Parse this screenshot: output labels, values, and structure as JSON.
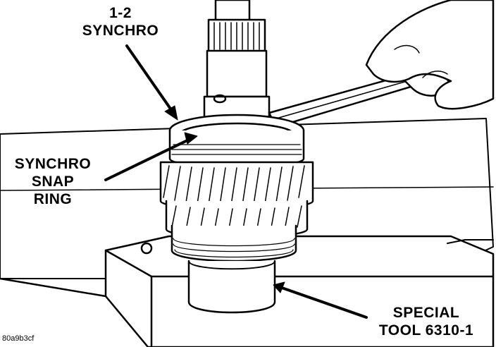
{
  "labels": {
    "synchro_1_2": [
      "1-2",
      "SYNCHRO"
    ],
    "snap_ring": [
      "SYNCHRO",
      "SNAP",
      "RING"
    ],
    "special_tool": [
      "SPECIAL",
      "TOOL 6310-1"
    ]
  },
  "figure_code": "80a9b3cf",
  "colors": {
    "ink": "#000000",
    "paper": "#ffffff"
  }
}
